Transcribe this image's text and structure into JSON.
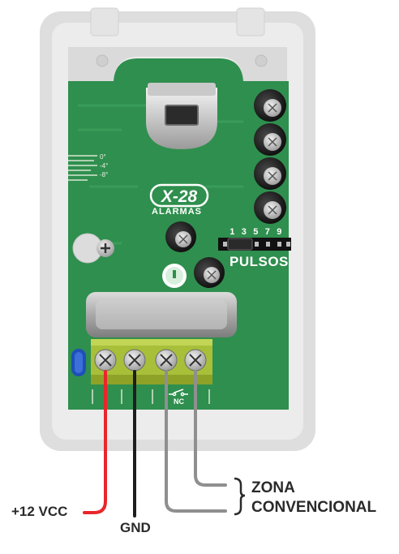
{
  "brand": {
    "logo_text": "X-28",
    "subtitle": "ALARMAS"
  },
  "angles": [
    "0°",
    "-4°",
    "-8°"
  ],
  "jumper": {
    "numbers": [
      "1",
      "3",
      "5",
      "7",
      "9"
    ],
    "label": "PULSOS"
  },
  "terminal_mark": "NC",
  "wires": {
    "vcc_label": "+12 VCC",
    "gnd_label": "GND",
    "zone_line1": "ZONA",
    "zone_line2": "CONVENCIONAL"
  },
  "colors": {
    "pcb": "#2f8f4e",
    "housing": "#e6e6e6",
    "terminal": "#a8bf3a",
    "wire_red": "#e8262b",
    "wire_black": "#1e1e1e",
    "wire_gray": "#8f8f8f"
  }
}
